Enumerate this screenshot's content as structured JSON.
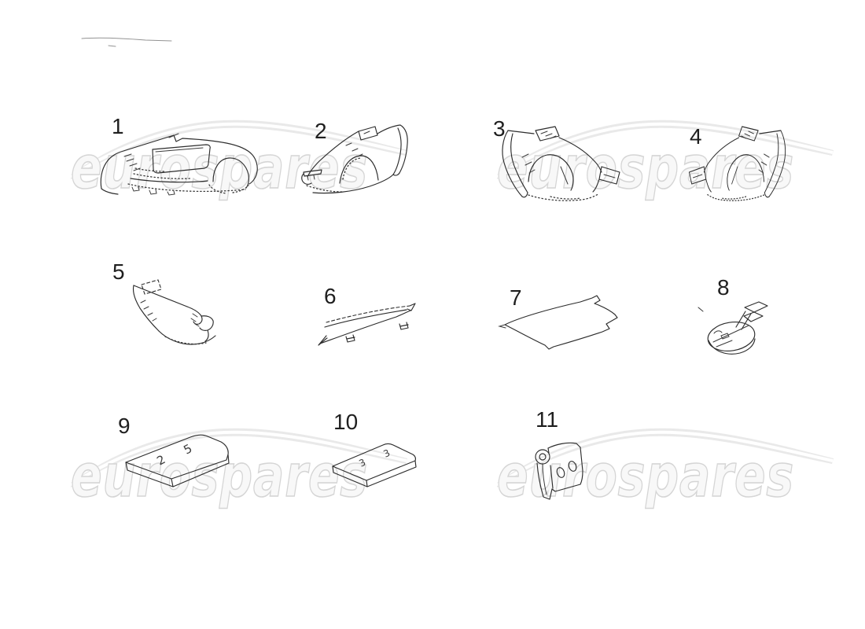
{
  "page": {
    "background_color": "#ffffff",
    "ink_color": "#2c2c2c"
  },
  "watermark": {
    "text": "eurospares",
    "text_fill": "#f8f8f8",
    "text_outline": "#d5d5d5",
    "swoosh_color": "#e9e9e9"
  },
  "parts": [
    {
      "number": "1"
    },
    {
      "number": "2"
    },
    {
      "number": "3"
    },
    {
      "number": "4"
    },
    {
      "number": "5"
    },
    {
      "number": "6"
    },
    {
      "number": "7"
    },
    {
      "number": "8"
    },
    {
      "number": "9",
      "stamped_marks": [
        "2",
        "5"
      ]
    },
    {
      "number": "10",
      "stamped_marks": [
        "3",
        "3"
      ]
    },
    {
      "number": "11"
    }
  ]
}
